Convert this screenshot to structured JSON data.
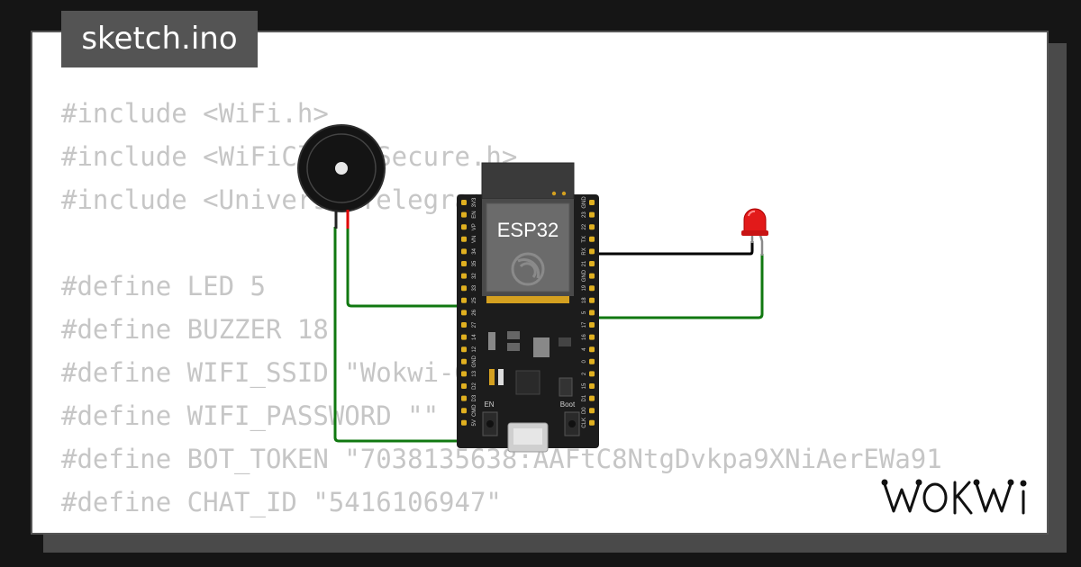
{
  "file_tab": {
    "label": "sketch.ino"
  },
  "code_lines": [
    "#include <WiFi.h>",
    "#include <WiFiClientSecure.h>",
    "#include <UniversalTelegramBot.h>",
    "",
    "#define LED 5",
    "#define BUZZER 18",
    "#define WIFI_SSID \"Wokwi-GUEST\"",
    "#define WIFI_PASSWORD \"\"",
    "#define BOT_TOKEN \"7038135638:AAFtC8NtgDvkpa9XNiAerEWa91",
    "#define CHAT_ID \"5416106947\""
  ],
  "board": {
    "label": "ESP32",
    "left_pins": [
      "3V3",
      "EN",
      "VP",
      "VN",
      "34",
      "35",
      "32",
      "33",
      "25",
      "26",
      "27",
      "14",
      "12",
      "GND",
      "13",
      "D2",
      "D3",
      "CMD",
      "5V"
    ],
    "right_pins": [
      "GND",
      "23",
      "22",
      "TX",
      "RX",
      "21",
      "GND",
      "19",
      "18",
      "5",
      "17",
      "16",
      "4",
      "0",
      "2",
      "15",
      "D1",
      "D0",
      "CLK"
    ],
    "button_en": "EN",
    "button_boot": "Boot"
  },
  "components": [
    "buzzer",
    "led",
    "esp32"
  ],
  "wire_colors": {
    "green": "#107810",
    "black": "#000000",
    "red_lead": "#e00000"
  },
  "logo_text": "WOKWi"
}
